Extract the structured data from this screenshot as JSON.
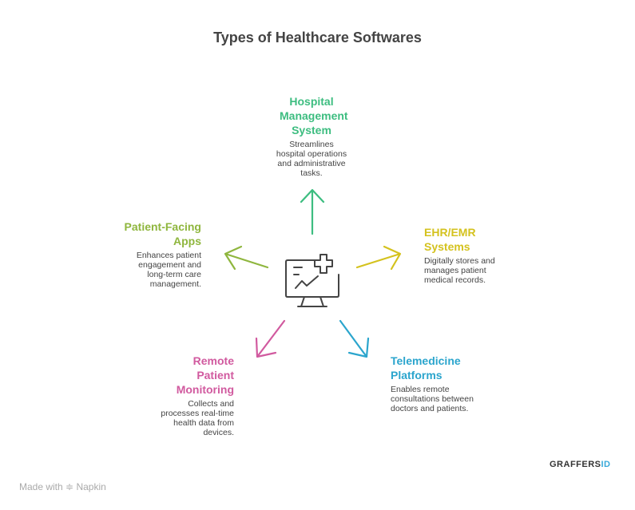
{
  "title": "Types of Healthcare Softwares",
  "colors": {
    "hospital": "#3dbd80",
    "ehr": "#d4c21e",
    "telemedicine": "#2ba5cd",
    "remote": "#d15a9f",
    "patient": "#8fb63e",
    "icon": "#444444"
  },
  "center_icon": "monitor-medical-chart-icon",
  "items": [
    {
      "title": "Hospital Management System",
      "desc": "Streamlines hospital operations and administrative tasks."
    },
    {
      "title": "EHR/EMR Systems",
      "desc": "Digitally stores and manages patient medical records."
    },
    {
      "title": "Telemedicine Platforms",
      "desc": "Enables remote consultations between doctors and patients."
    },
    {
      "title": "Remote Patient Monitoring",
      "desc": "Collects and processes real-time health data from devices."
    },
    {
      "title": "Patient-Facing Apps",
      "desc": "Enhances patient engagement and long-term care management."
    }
  ],
  "footer": {
    "made_with": "Made with",
    "brand": "Napkin"
  },
  "logo": {
    "text_main": "GRAFFERS",
    "text_accent": "ID"
  }
}
